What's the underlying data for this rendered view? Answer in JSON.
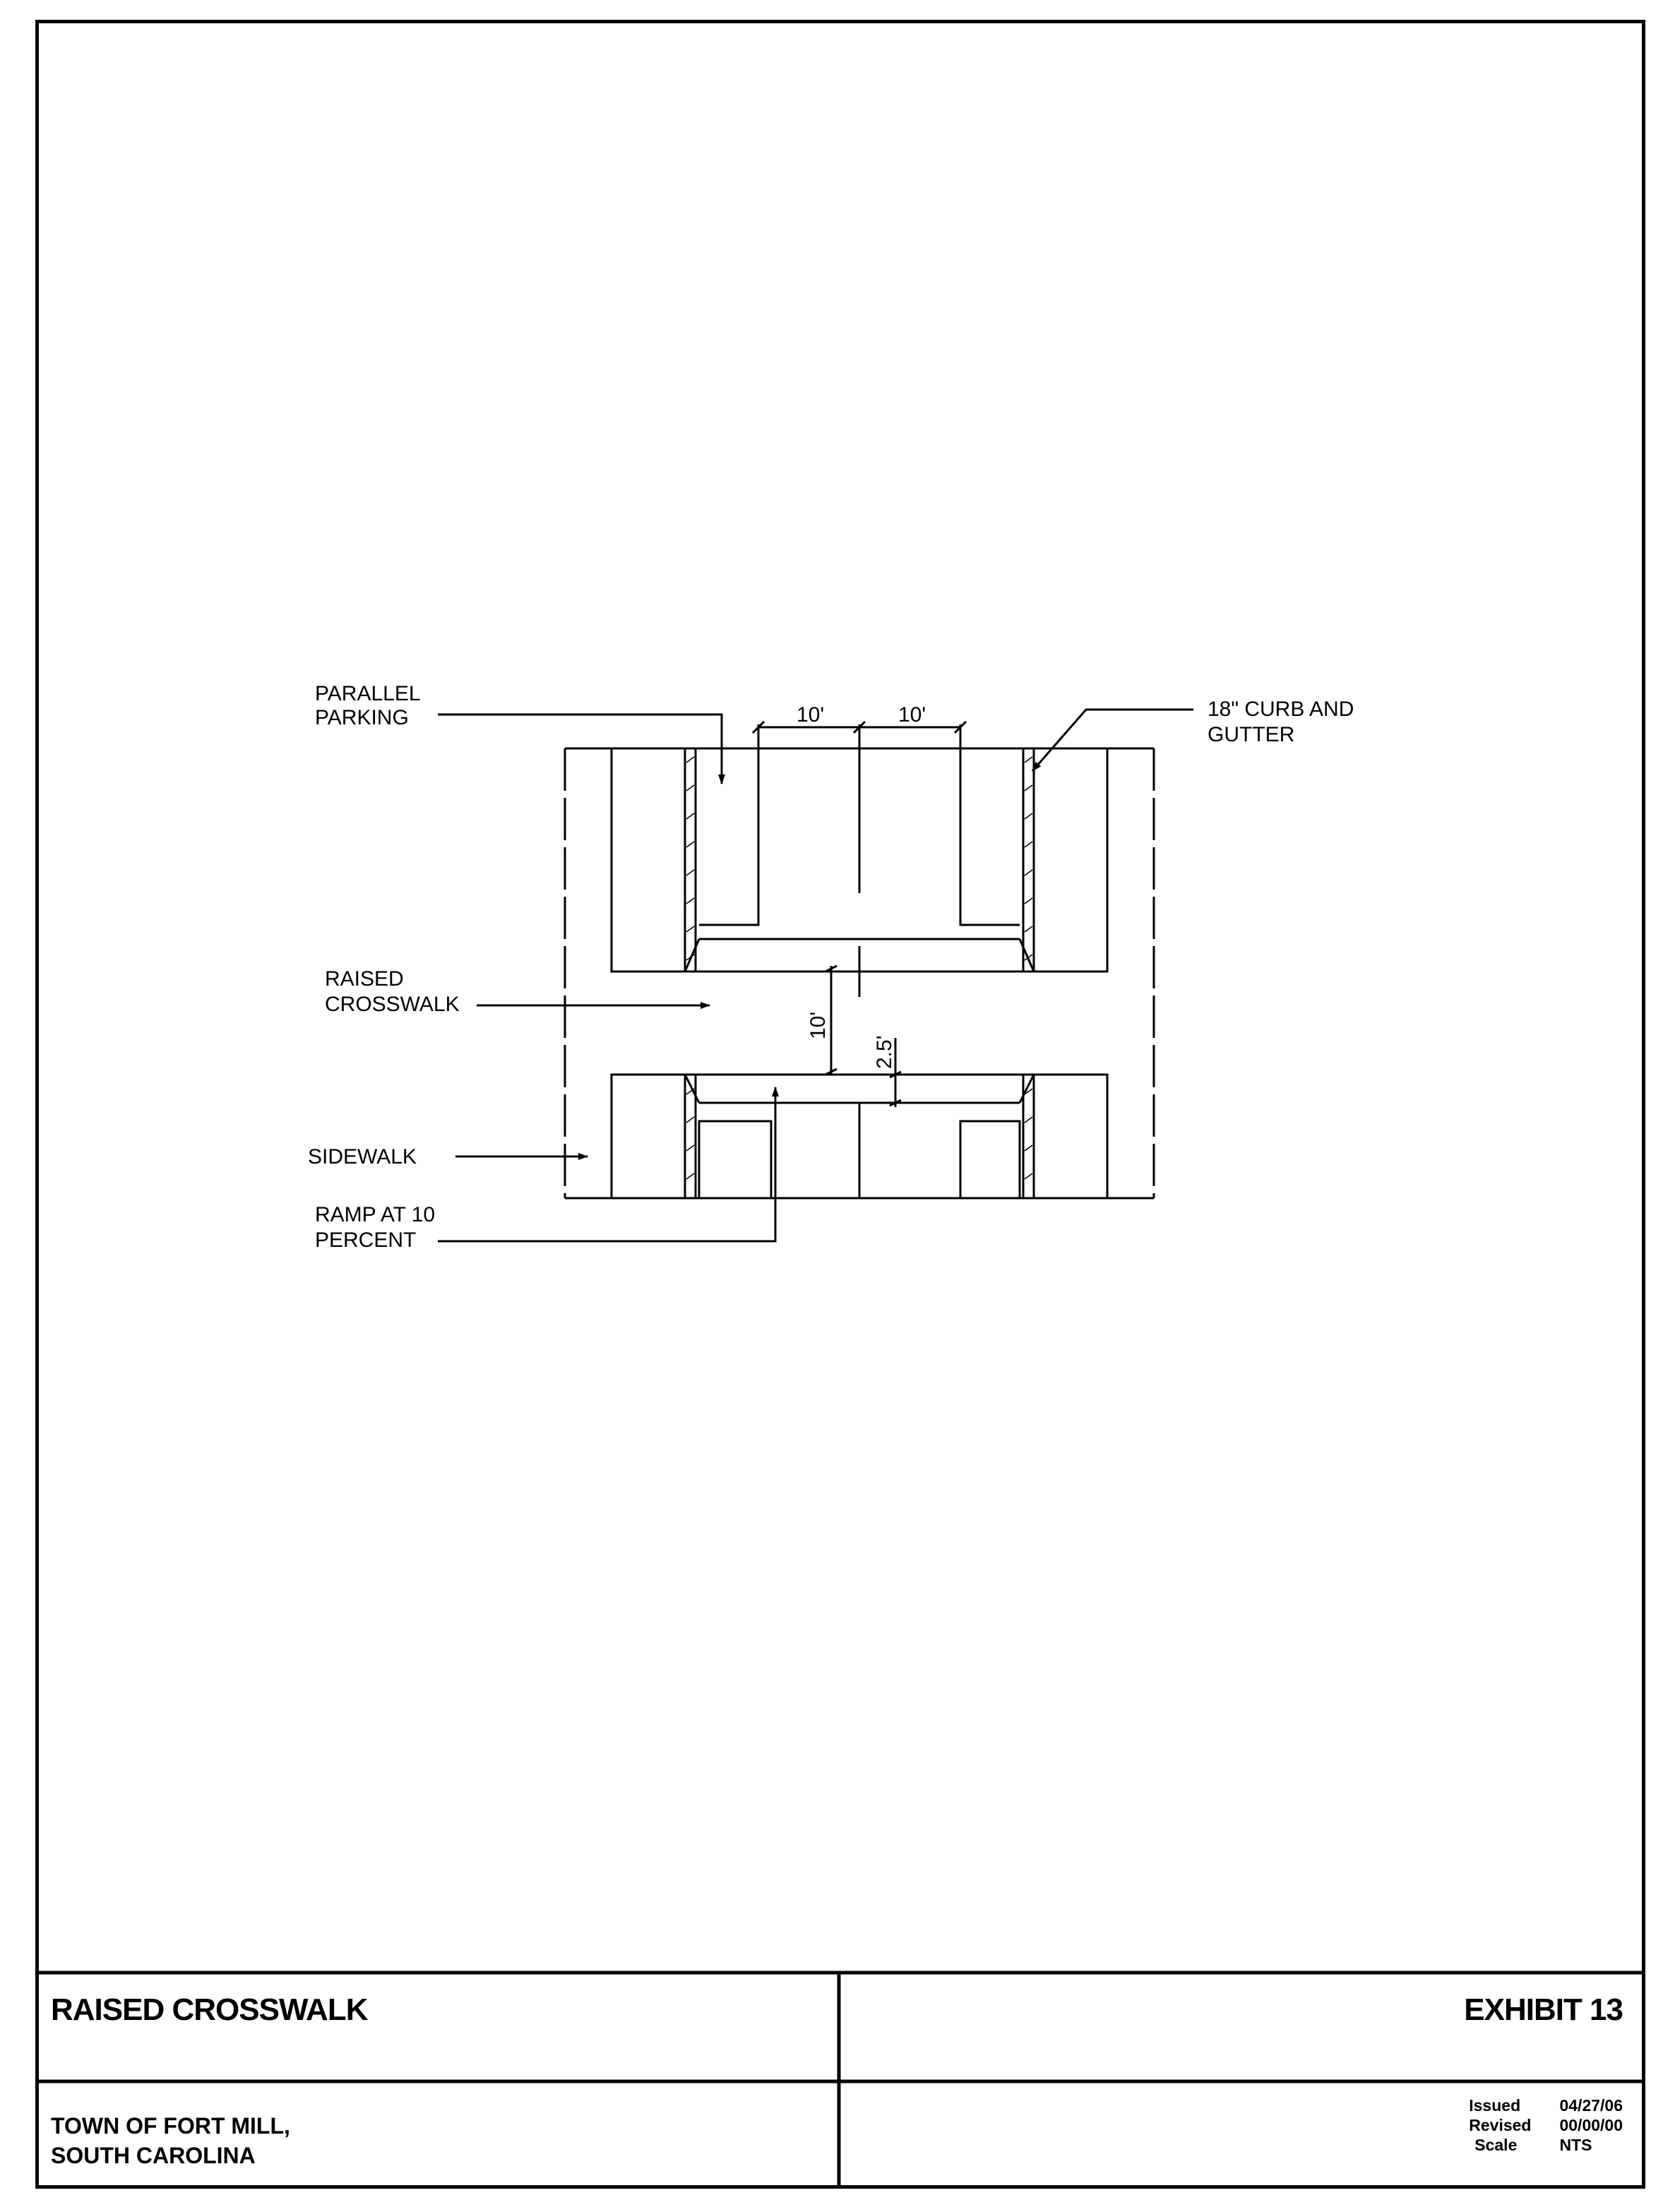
{
  "drawing": {
    "labels": {
      "parallel_parking_1": "PARALLEL",
      "parallel_parking_2": "PARKING",
      "curb_gutter_1": "18\" CURB AND",
      "curb_gutter_2": "GUTTER",
      "raised_crosswalk_1": "RAISED",
      "raised_crosswalk_2": "CROSSWALK",
      "sidewalk": "SIDEWALK",
      "ramp_1": "RAMP AT 10",
      "ramp_2": "PERCENT"
    },
    "dimensions": {
      "lane_left": "10'",
      "lane_right": "10'",
      "crosswalk_width": "10'",
      "ramp_length": "2.5'"
    }
  },
  "title_block": {
    "title": "RAISED CROSSWALK",
    "exhibit": "EXHIBIT 13",
    "org_line1": "TOWN OF FORT MILL,",
    "org_line2": "SOUTH CAROLINA",
    "issued_label": "Issued",
    "issued_value": "04/27/06",
    "revised_label": "Revised",
    "revised_value": "00/00/00",
    "scale_label": "Scale",
    "scale_value": "NTS"
  }
}
